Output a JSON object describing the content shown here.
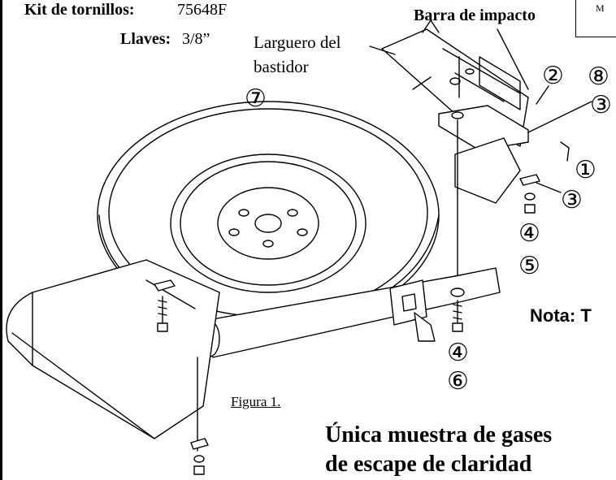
{
  "header": {
    "kit_label": "Kit de tornillos:",
    "kit_value": "75648F",
    "wrench_label": "Llaves:",
    "wrench_value": "3/8”"
  },
  "labels": {
    "frame_rail_line1": "Larguero del",
    "frame_rail_line2": "bastidor",
    "impact_bar": "Barra de impacto",
    "corner_box_text": "M",
    "note": "Nota: T",
    "figure": "Figura 1.",
    "caption_line1": "Única muestra de gases",
    "caption_line2": "de escape de claridad"
  },
  "callouts": {
    "c1": "①",
    "c2": "②",
    "c3a": "③",
    "c3b": "③",
    "c4a": "④",
    "c4b": "④",
    "c5": "⑤",
    "c6": "⑥",
    "c7": "⑦",
    "c8": "⑧"
  },
  "colors": {
    "line": "#000000",
    "background": "#ffffff"
  }
}
